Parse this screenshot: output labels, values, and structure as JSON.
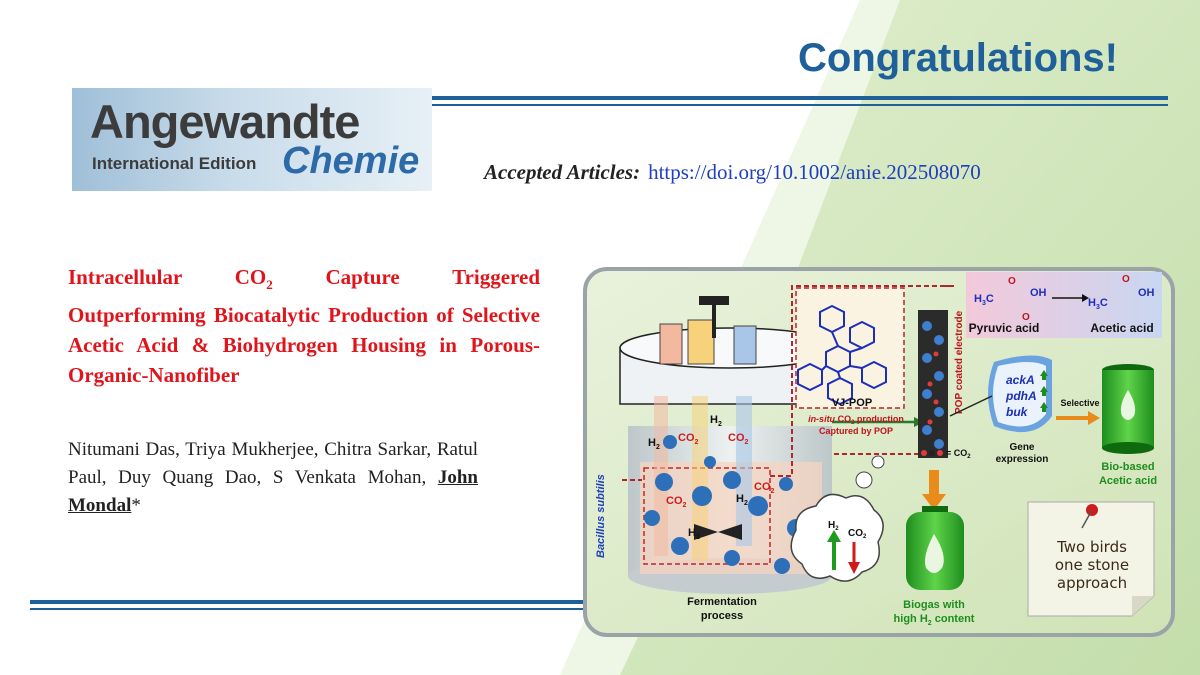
{
  "header": {
    "congrats": "Congratulations!"
  },
  "journal": {
    "name_line1": "Angewandte",
    "name_line2": "International Edition",
    "name_line3": "Chemie"
  },
  "accepted": {
    "label": "Accepted Articles:",
    "doi": "https://doi.org/10.1002/anie.202508070"
  },
  "article": {
    "title_parts": [
      "Intracellular CO",
      "2",
      " Capture Triggered Outperforming Biocatalytic Production of Selective Acetic Acid & Biohydrogen Housing in Porous-Organic-Nanofiber"
    ],
    "authors_plain": "Nitumani Das, Triya Mukherjee, Chitra Sarkar, Ratul Paul, Duy Quang Dao, S Venkata Mohan, ",
    "corresponding": "John Mondal",
    "corr_mark": "*"
  },
  "figure": {
    "reactor_caption_1": "Fermentation",
    "reactor_caption_2": "process",
    "organism": "Bacillus subtilis",
    "h2": "H",
    "h2_sub": "2",
    "co2": "CO",
    "co2_sub": "2",
    "pop_name": "VJ-POP",
    "pop_caption_1": "in-situ",
    "pop_caption_2": " CO",
    "pop_caption_3": "2",
    "pop_caption_4": " production",
    "pop_caption_5": "Captured by POP",
    "electrode": "POP coated electrode",
    "legend_eq": "= CO",
    "legend_sub": "2",
    "pyruvic": "Pyruvic acid",
    "acetic": "Acetic acid",
    "h3c": "H",
    "h3c_sub": "3",
    "h3c_c": "C",
    "oh": "OH",
    "o": "O",
    "genes": [
      "ackA",
      "pdhA",
      "buk"
    ],
    "gene_caption_1": "Gene",
    "gene_caption_2": "expression",
    "selective": "Selective",
    "bio_acetic_1": "Bio-based",
    "bio_acetic_2": "Acetic acid",
    "biogas_1": "Biogas with",
    "biogas_2": "high H",
    "biogas_3": "2",
    "biogas_4": " content",
    "note": [
      "Two birds",
      "one stone",
      "approach"
    ]
  }
}
